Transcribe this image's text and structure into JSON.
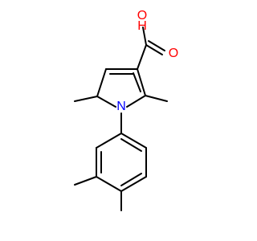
{
  "molecule": {
    "atoms": {
      "hydroxyl_oxygen": "O",
      "hydroxyl_hydrogen": "H",
      "carbonyl_oxygen": "O",
      "pyrrole_nitrogen": "N"
    },
    "colors": {
      "oxygen": "#ff0000",
      "nitrogen": "#0000ff",
      "bond": "#000000"
    }
  }
}
